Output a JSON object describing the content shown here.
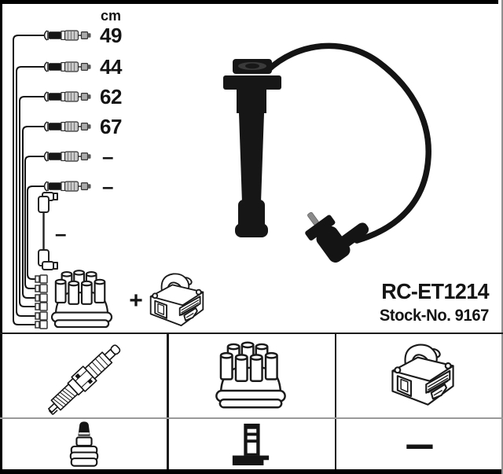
{
  "schematic": {
    "unit_header": "cm",
    "cables": [
      {
        "icon": "ignition-cable-icon",
        "length": "49"
      },
      {
        "icon": "ignition-cable-icon",
        "length": "44"
      },
      {
        "icon": "ignition-cable-icon",
        "length": "62"
      },
      {
        "icon": "ignition-cable-icon",
        "length": "67"
      },
      {
        "icon": "ignition-cable-icon",
        "length": "–"
      },
      {
        "icon": "ignition-cable-icon",
        "length": "–"
      }
    ],
    "coil_wire": {
      "icon": "coil-wire-icon",
      "length": "–"
    },
    "plus_sign": "+",
    "included_components": [
      "distributor-cap",
      "ignition-coil"
    ]
  },
  "product": {
    "photo": "ignition-lead-photo",
    "part_number": "RC-ET1214",
    "stock_number": "Stock-No. 9167"
  },
  "compatibility_table": {
    "row1_icons": [
      "spark-plug",
      "distributor-cap",
      "ignition-coil"
    ],
    "row2_icons": [
      "plug-terminal-boot",
      "distributor-terminal",
      "dash"
    ],
    "dash": "–"
  },
  "colors": {
    "ink": "#141414",
    "border_black": "#000000",
    "divider_gray": "#9a9a9a",
    "photo_black": "#161616"
  }
}
